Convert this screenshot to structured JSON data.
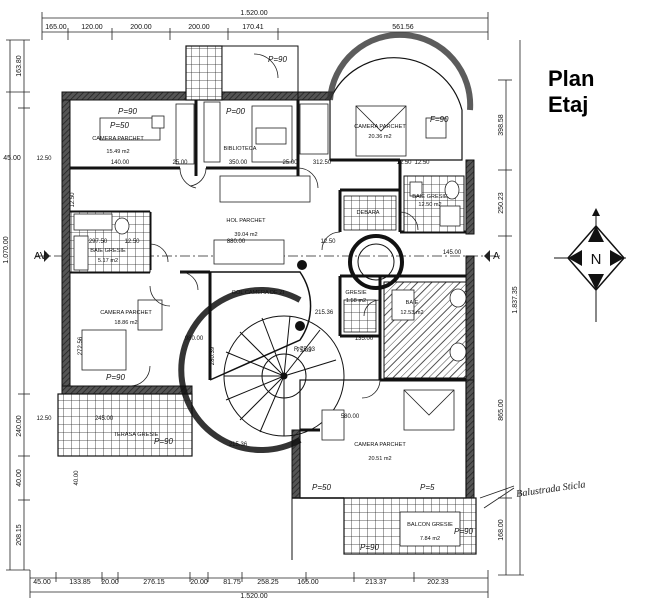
{
  "title": {
    "line1": "Plan",
    "line2": "Etaj"
  },
  "compass": {
    "label": "N"
  },
  "section_markers": {
    "left": "AV",
    "right": "A"
  },
  "dimensions": {
    "top_total": "1.520.00",
    "top_segments": [
      "165.00",
      "120.00",
      "200.00",
      "200.00",
      "170.41",
      "561.56"
    ],
    "bottom_total": "1.520.00",
    "bottom_segments": [
      "45.00",
      "133.85",
      "20.00",
      "276.15",
      "20.00",
      "81.75",
      "258.25",
      "165.00",
      "213.37",
      "202.33"
    ],
    "left_total": "1.070.00",
    "left_segments": [
      "163.80",
      "45.00",
      "240.00",
      "40.00",
      "208.15"
    ],
    "right_total": "1.837.35",
    "right_segments": [
      "398.58",
      "250.23",
      "865.00",
      "168.00"
    ],
    "interior": [
      "140.00",
      "25.00",
      "350.00",
      "25.00",
      "312.50",
      "12.50",
      "880.00",
      "12.50",
      "145.00",
      "980.00",
      "135.00",
      "580.00",
      "245.00",
      "12.50",
      "272.56",
      "297.50",
      "12.50",
      "12.50",
      "280.39",
      "215.36",
      "215.36",
      "75.03",
      "12.50",
      "12.50",
      "40.00"
    ]
  },
  "rooms": [
    {
      "name": "CAMERA PARCHET",
      "area": "15.49 m2"
    },
    {
      "name": "BIBLIOTECA",
      "area": ""
    },
    {
      "name": "CAMERA PARCHET",
      "area": "20.36 m2"
    },
    {
      "name": "BAIE GRESIE",
      "area": "5.17 m2"
    },
    {
      "name": "HOL PARCHET",
      "area": "39.04 m2"
    },
    {
      "name": "BAIE GRESIE",
      "area": "12.50 m2"
    },
    {
      "name": "CAMERA PARCHET",
      "area": "18.86 m2"
    },
    {
      "name": "GRESIE",
      "area": "1.58 m2"
    },
    {
      "name": "BAIE",
      "area": "12.53 m2"
    },
    {
      "name": "DEBARA",
      "area": ""
    },
    {
      "name": "GOL CAMERA DE ZI",
      "area": ""
    },
    {
      "name": "TERASA GRESIE",
      "area": ""
    },
    {
      "name": "CAMERA PARCHET",
      "area": "20.51 m2"
    },
    {
      "name": "BALCON GRESIE",
      "area": "7.84 m2"
    }
  ],
  "window_marks": [
    "P=90",
    "P=00",
    "P=90",
    "F=90",
    "P=90",
    "P=50",
    "P=90",
    "P=5",
    "P=50",
    "P=90",
    "P=90"
  ],
  "annotations": {
    "glass_railing": "Balustrada Sticla",
    "stair_radius": "R 75.03"
  }
}
